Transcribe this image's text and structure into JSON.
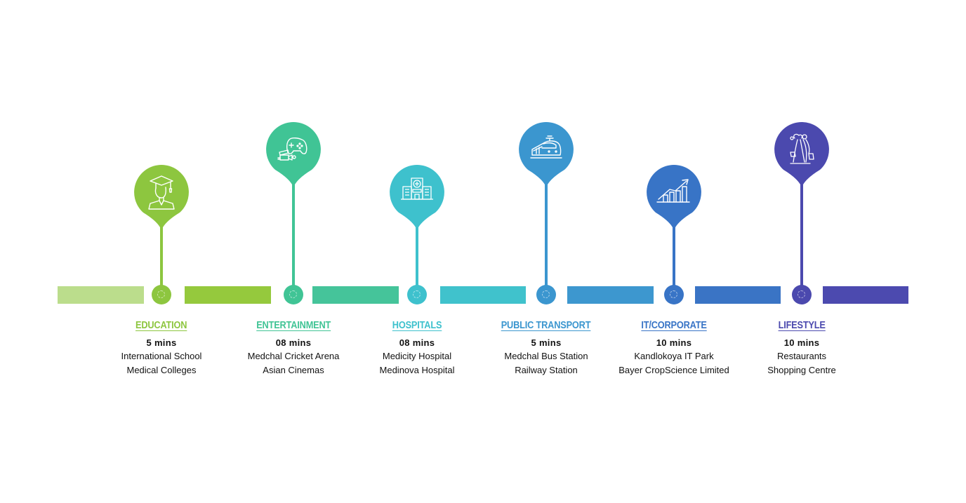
{
  "timeline": {
    "segment_colors": [
      "#bbdd8c",
      "#95c93d",
      "#45c49a",
      "#40c2cc",
      "#3d97cf",
      "#3a74c5",
      "#4c4aaf"
    ],
    "items": [
      {
        "category": "EDUCATION",
        "time": "5 mins",
        "places": [
          "International School",
          "Medical Colleges"
        ],
        "icon": "graduate-icon",
        "color": "#8dc63f",
        "position": "low"
      },
      {
        "category": "ENTERTAINMENT",
        "time": "08 mins",
        "places": [
          "Medchal Cricket Arena",
          "Asian Cinemas"
        ],
        "icon": "gamepad-clapperboard-icon",
        "color": "#40c495",
        "position": "high"
      },
      {
        "category": "HOSPITALS",
        "time": "08 mins",
        "places": [
          "Medicity Hospital",
          "Medinova Hospital"
        ],
        "icon": "hospital-icon",
        "color": "#3ec1cd",
        "position": "low"
      },
      {
        "category": "PUBLIC TRANSPORT",
        "time": "5 mins",
        "places": [
          "Medchal Bus Station",
          "Railway Station"
        ],
        "icon": "train-icon",
        "color": "#3b96cf",
        "position": "high"
      },
      {
        "category": "IT/CORPORATE",
        "time": "10 mins",
        "places": [
          "Kandlokoya  IT Park",
          "Bayer CropScience Limited"
        ],
        "icon": "growth-chart-icon",
        "color": "#3874c6",
        "position": "low"
      },
      {
        "category": "LIFESTYLE",
        "time": "10 mins",
        "places": [
          "Restaurants",
          "Shopping Centre"
        ],
        "icon": "shoppers-icon",
        "color": "#4b49ae",
        "position": "high"
      }
    ]
  }
}
